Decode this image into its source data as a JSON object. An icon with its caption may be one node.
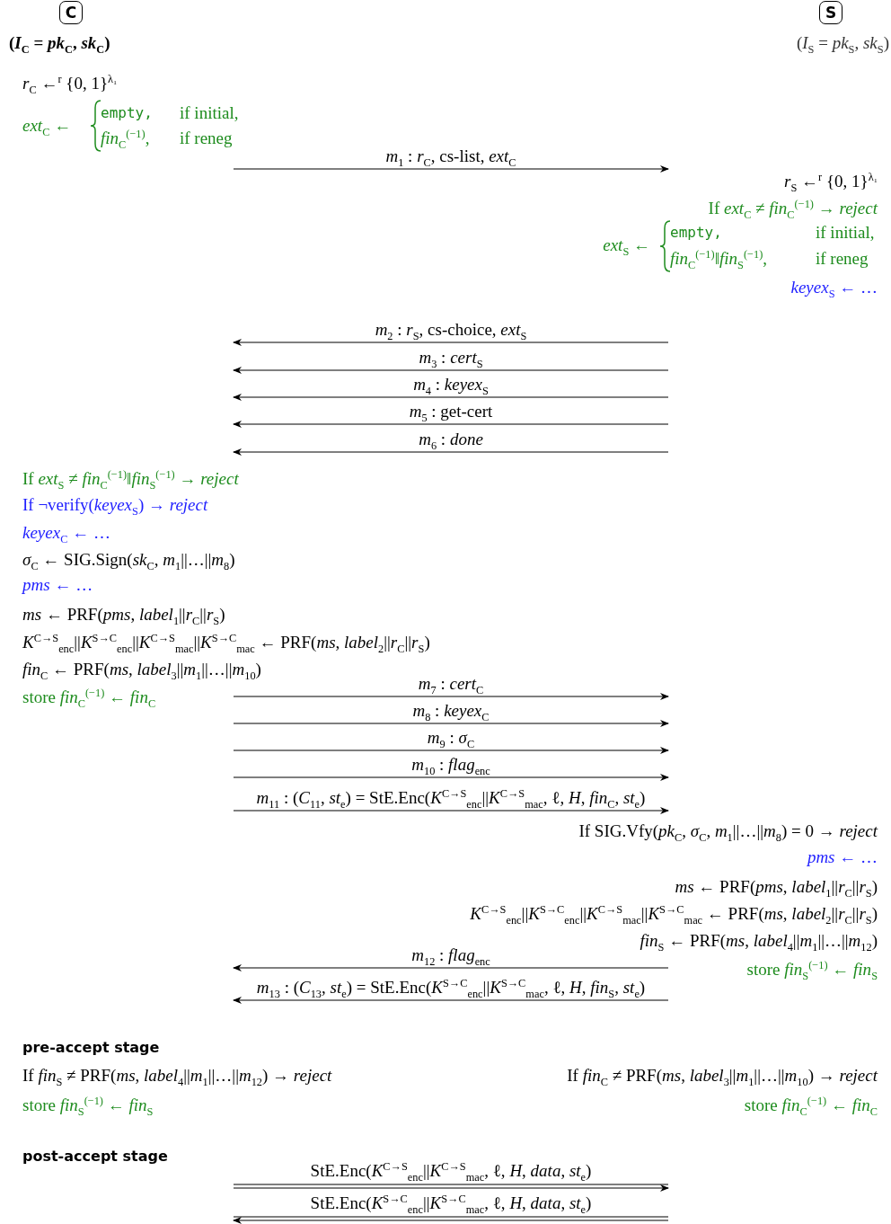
{
  "diagram": {
    "nodes": [
      {
        "text": [
          "C"
        ],
        "beside": [
          "(*I*$_{C}$ = *pk*$_{C}$, *sk*$_{C}$)"
        ]
      },
      {
        "text": [
          "S"
        ],
        "beside": [
          "(*I*$_{S}$ = *pk*$_{S}$, *sk*$_{S}$)"
        ]
      }
    ],
    "labels": [
      "*r*$_{C}$ ←$^{r}$ {0, 1}$^{λ₁}$",
      "*ext*$_{C}$ ←",
      "empty,",
      "if initial,",
      "*fin*$_{C}$$^{(−1)}$,",
      "if reneg",
      "*m*$_{1}$ : *r*$_{C}$, cs-list, *ext*$_{C}$",
      "*r*$_{S}$ ←$^{r}$ {0, 1}$^{λ₁}$",
      "If *ext*$_{C}$ ≠ *fin*$_{C}$$^{(−1)}$ → *reject*",
      "*ext*$_{S}$ ←",
      "empty,",
      "if initial,",
      "*fin*$_{C}$$^{(−1)}$‖*fin*$_{S}$$^{(−1)}$,",
      "if reneg",
      "*keyex*$_{S}$ ← …",
      "*m*$_{2}$ : *r*$_{S}$, cs-choice, *ext*$_{S}$",
      "*m*$_{3}$ : *cert*$_{S}$",
      "*m*$_{4}$ : *keyex*$_{S}$",
      "*m*$_{5}$ : get-cert",
      "*m*$_{6}$ : *done*",
      "If *ext*$_{S}$ ≠ *fin*$_{C}$$^{(−1)}$‖*fin*$_{S}$$^{(−1)}$ → *reject*",
      "If ¬verify(*keyex*$_{S}$) → *reject*",
      "*keyex*$_{C}$ ← …",
      "*σ*$_{C}$ ← SIG.Sign(*sk*$_{C}$, *m*$_{1}$||…||*m*$_{8}$)",
      "*pms* ← …",
      "*ms* ← PRF(*pms*, *label*$_{1}$||*r*$_{C}$||*r*$_{S}$)",
      "*K*$^{C→S}$$_{enc}$||*K*$^{S→C}$$_{enc}$||*K*$^{C→S}$$_{mac}$||*K*$^{S→C}$$_{mac}$ ← PRF(*ms*, *label*$_{2}$||*r*$_{C}$||*r*$_{S}$)",
      "*fin*$_{C}$ ← PRF(*ms*, *label*$_{3}$||*m*$_{1}$||…||*m*$_{10}$)",
      "*m*$_{7}$ : *cert*$_{C}$",
      "store *fin*$_{C}$$^{(−1)}$ ← *fin*$_{C}$",
      "*m*$_{8}$ : *keyex*$_{C}$",
      "*m*$_{9}$ : *σ*$_{C}$",
      "*m*$_{10}$ : *flag*$_{enc}$",
      "*m*$_{11}$ : (*C*$_{11}$, *st*$_{e}$) = StE.Enc(*K*$^{C→S}$$_{enc}$||*K*$^{C→S}$$_{mac}$, ℓ, *H*, *fin*$_{C}$, *st*$_{e}$)",
      "If SIG.Vfy(*pk*$_{C}$, *σ*$_{C}$, *m*$_{1}$||…||*m*$_{8}$) = 0 → *reject*",
      "*pms* ← …",
      "*ms* ← PRF(*pms*, *label*$_{1}$||*r*$_{C}$||*r*$_{S}$)",
      "*K*$^{C→S}$$_{enc}$||*K*$^{S→C}$$_{enc}$||*K*$^{C→S}$$_{mac}$||*K*$^{S→C}$$_{mac}$ ← PRF(*ms*, *label*$_{2}$||*r*$_{C}$||*r*$_{S}$)",
      "*fin*$_{S}$ ← PRF(*ms*, *label*$_{4}$||*m*$_{1}$||…||*m*$_{12}$)",
      "*m*$_{12}$ : *flag*$_{enc}$",
      "store *fin*$_{S}$$^{(−1)}$ ← *fin*$_{S}$",
      "*m*$_{13}$ : (*C*$_{13}$, *st*$_{e}$) = StE.Enc(*K*$^{S→C}$$_{enc}$||*K*$^{S→C}$$_{mac}$, ℓ, *H*, *fin*$_{S}$, *st*$_{e}$)",
      "pre-accept stage",
      "If *fin*$_{S}$ ≠ PRF(*ms*, *label*$_{4}$||*m*$_{1}$||…||*m*$_{12}$) → *reject*",
      "If *fin*$_{C}$ ≠ PRF(*ms*, *label*$_{3}$||*m*$_{1}$||…||*m*$_{10}$) → *reject*",
      "store *fin*$_{S}$$^{(−1)}$ ← *fin*$_{S}$",
      "store *fin*$_{C}$$^{(−1)}$ ← *fin*$_{C}$",
      "post-accept stage",
      "StE.Enc(*K*$^{C→S}$$_{enc}$||*K*$^{C→S}$$_{mac}$, ℓ, *H*, *data*, *st*$_{e}$)",
      "StE.Enc(*K*$^{S→C}$$_{enc}$||*K*$^{S→C}$$_{mac}$, ℓ, *H*, *data*, *st*$_{e}$)"
    ]
  }
}
